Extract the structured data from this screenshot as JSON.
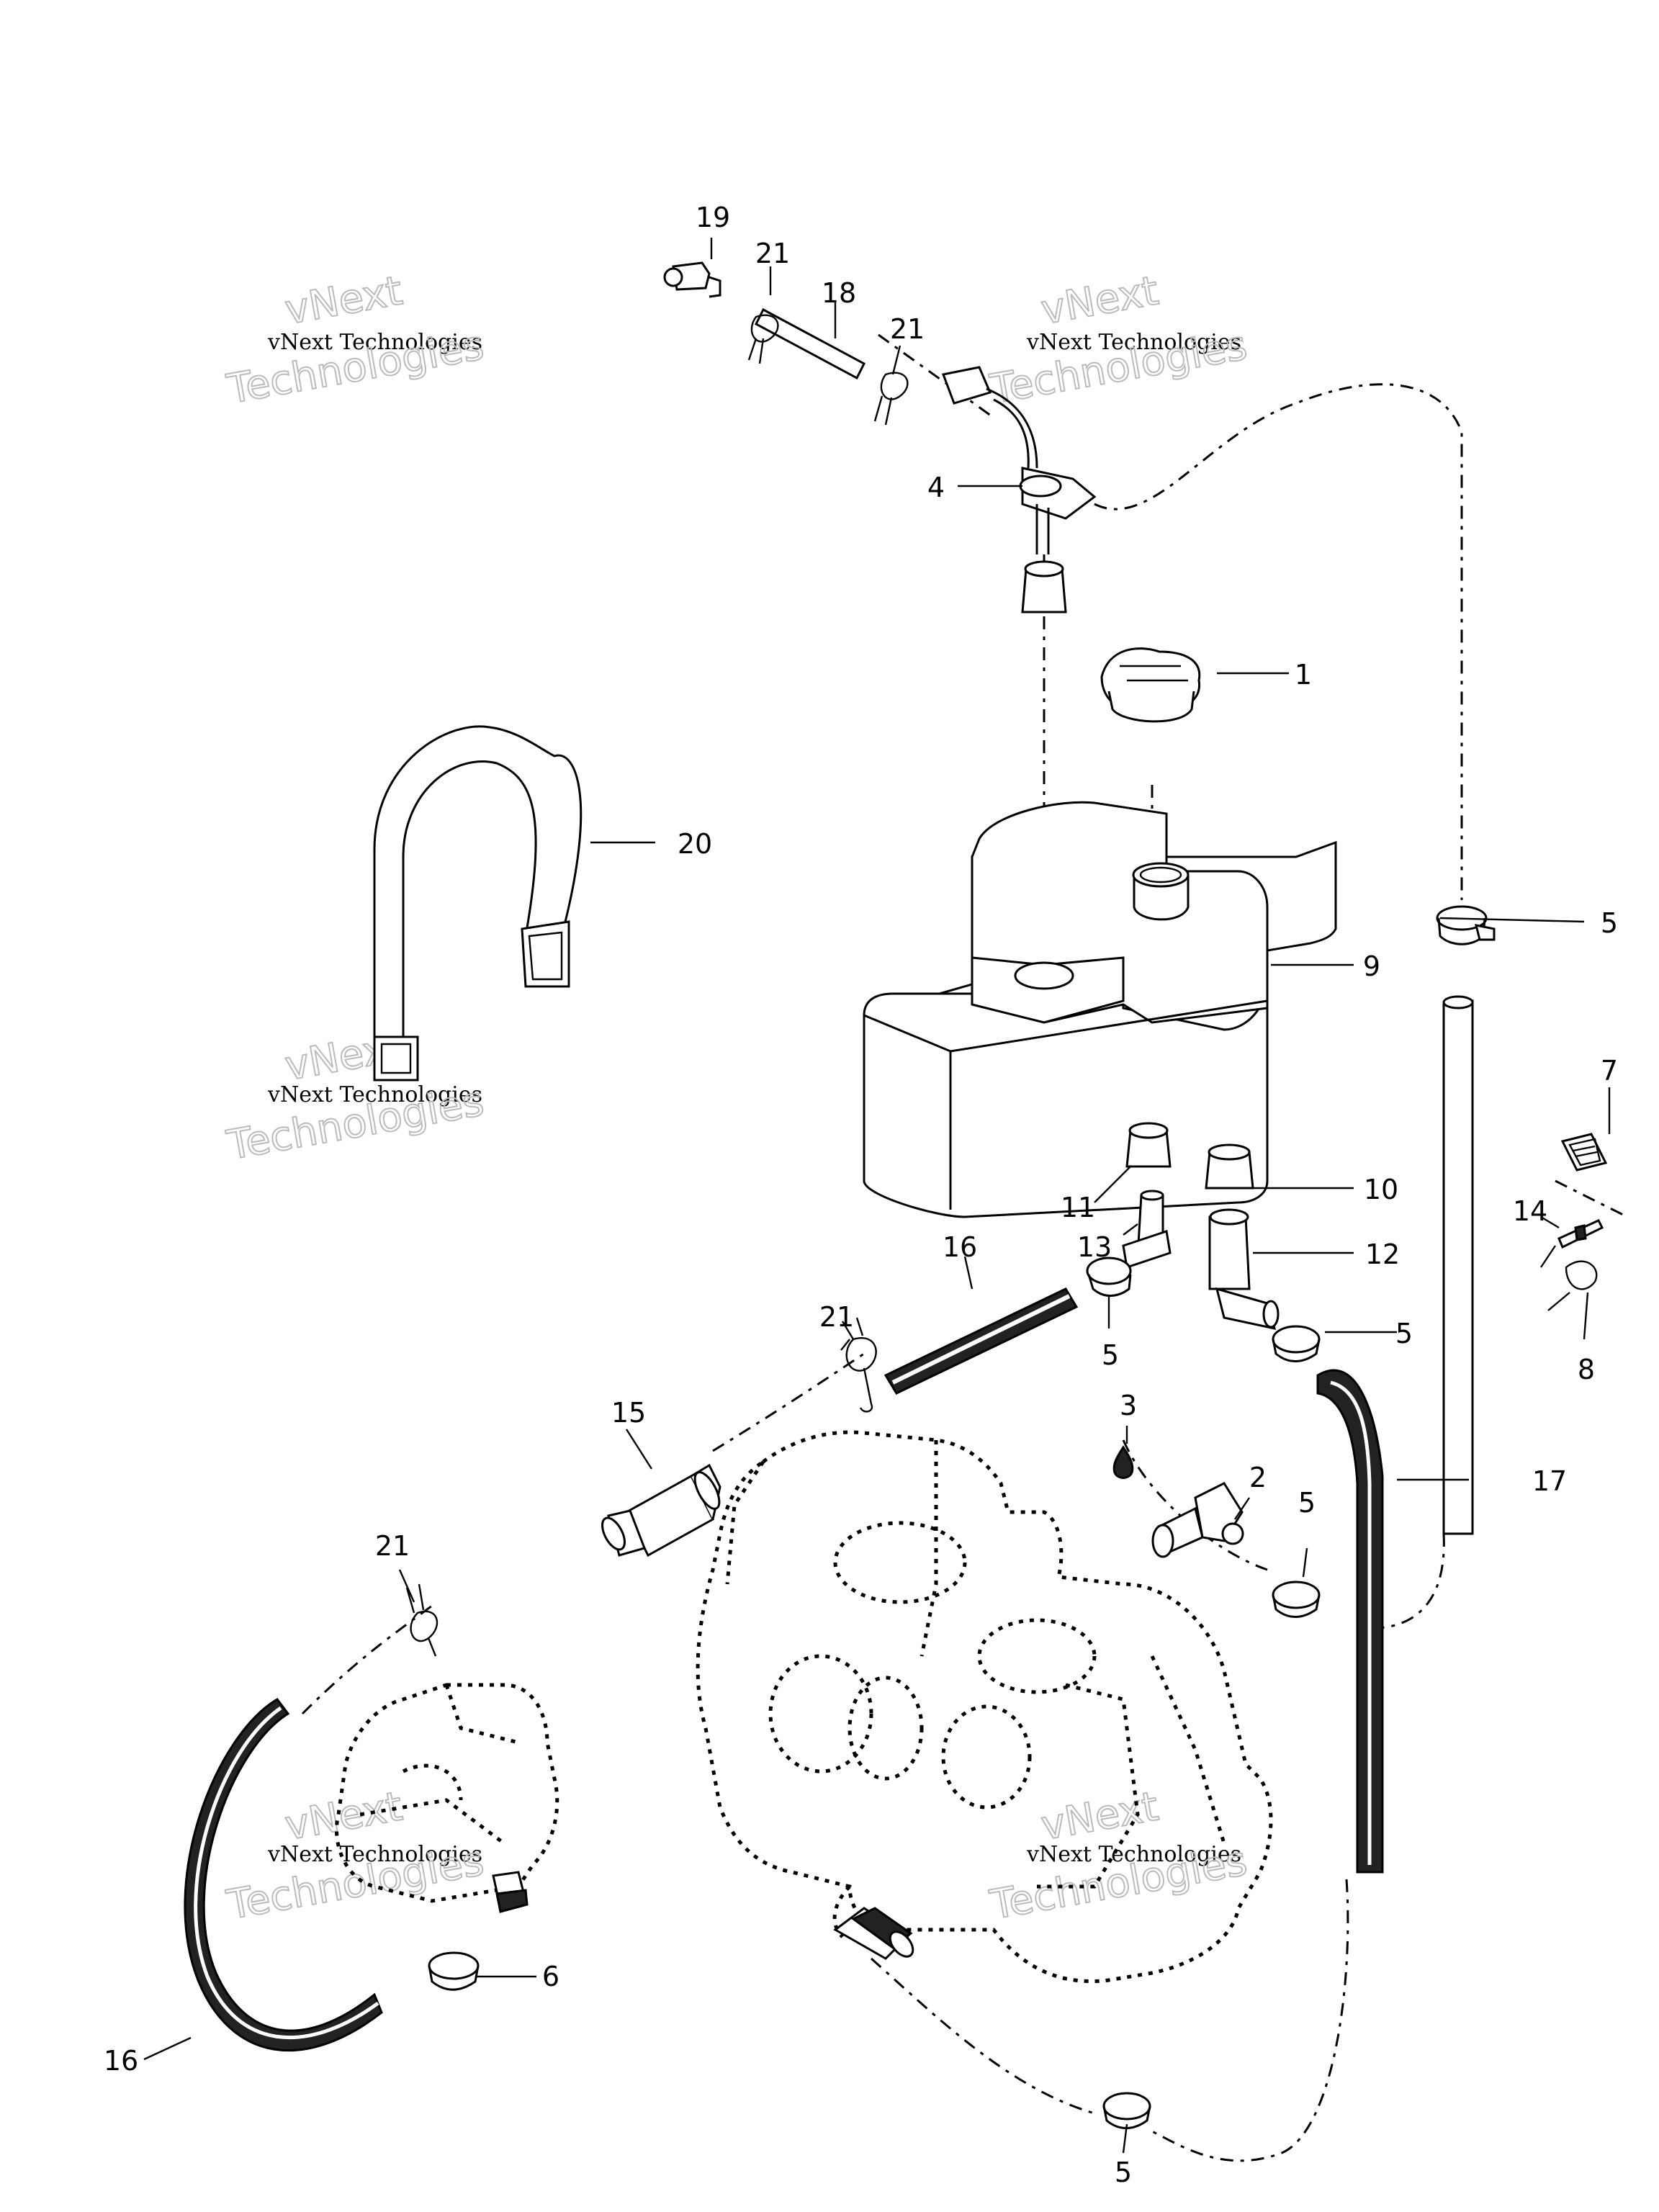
{
  "callouts": [
    "1",
    "2",
    "3",
    "4",
    "5",
    "6",
    "7",
    "8",
    "9",
    "10",
    "11",
    "12",
    "13",
    "14",
    "15",
    "16",
    "17",
    "18",
    "19",
    "20",
    "21"
  ],
  "watermark": {
    "line1": "vNext Technologies",
    "line2": "vNext",
    "line3": "Technologies"
  }
}
